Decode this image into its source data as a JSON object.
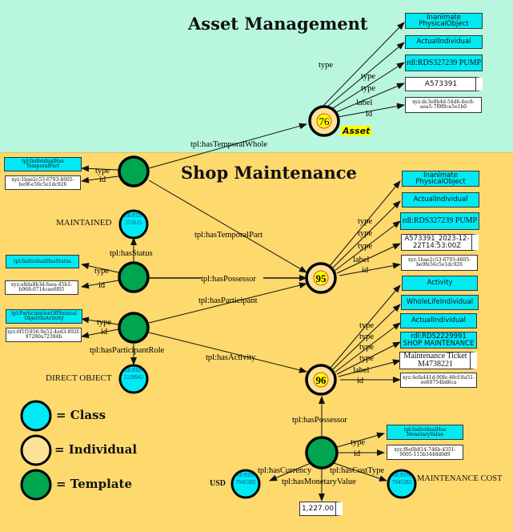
{
  "sections": {
    "asset": {
      "title": "Asset Management",
      "bg": "#b8f7de"
    },
    "shop": {
      "title": "Shop Maintenance",
      "bg": "#fdd96e"
    }
  },
  "colors": {
    "class": "#00eaf4",
    "individual": "#fde29a",
    "template": "#00a550",
    "number_badge": "#ffff00",
    "asset_tag": "#ffff00"
  },
  "legend": [
    {
      "kind": "class",
      "label": "= Class"
    },
    {
      "kind": "individual",
      "label": "= Individual"
    },
    {
      "kind": "template",
      "label": "= Template"
    }
  ],
  "individuals": {
    "asset": {
      "number": "76",
      "tag": "Asset",
      "types": [
        "Inanimate PhysicalObject",
        "ActualIndividual",
        "rdl:RDS327239 PUMP"
      ],
      "label": "A573391",
      "id": "xyz:dc3e8b4d-54d6-4ec8-aea5-7f9f0ce5e1b0",
      "edge_labels": [
        "type",
        "type",
        "type",
        "label",
        "id"
      ]
    },
    "shop_asset": {
      "number": "95",
      "types": [
        "Inanimate PhysicalObject",
        "ActualIndividual",
        "rdl:RDS327239 PUMP"
      ],
      "label": "A573391_2023-12-22T14:53:00Z",
      "id": "xyz:1bae2c53-6793-4605-be9fe56c5e1dc926",
      "edge_labels": [
        "type",
        "type",
        "type",
        "label",
        "id"
      ]
    },
    "activity": {
      "number": "96",
      "types": [
        "Activity",
        "WholeLifeIndividual",
        "ActualIndividual",
        "rdl:RDS2229991 SHOP MAINTENANCE"
      ],
      "label": "Maintenance Ticket M4738221",
      "id": "xyz:4efa441d-90fe-48cf-8a51-ee60754bd6ca",
      "edge_labels": [
        "type",
        "type",
        "type",
        "type",
        "label",
        "id"
      ]
    }
  },
  "templates": {
    "temporal_part": {
      "type": "tpl:IndividualHas TemporalPart",
      "id": "xyz:1bae2c53-6793-4605-be9f-e56c5e1dc926",
      "edge_labels": [
        "type",
        "id"
      ],
      "out_whole": "tpl:hasTemporalWhole",
      "out_part": "tpl:hasTemporalPart"
    },
    "status": {
      "type": "tpl:IndividualHasStatus",
      "id": "xyz:a8da8b3d-faea-45b1-b968-0714cae6f05",
      "edge_labels": [
        "type",
        "id"
      ],
      "out_status": "tpl:hasStatus",
      "status_class": "rdl:RDS 222615",
      "status_label": "MAINTAINED",
      "out_possessor": "tpl:hasPossessor"
    },
    "participation": {
      "type": "tpl:ParticipationOfPhysical ObjectInActivity",
      "id": "xyz:6f1f1858-9a52-4ed3-892f-97280a72384b",
      "edge_labels": [
        "type",
        "id"
      ],
      "out_participant": "tpl:hasParticipant",
      "out_role": "tpl:hasParticipantRole",
      "role_class": "rdl:RDS 2228942",
      "role_label": "DIRECT OBJECT",
      "out_activity": "tpl:hasActivity"
    },
    "monetary": {
      "type": "tpl:IndividualHas MonetaryValue",
      "id": "xyz:f6e0b814-746b-4351-9005-115b3448d0d9",
      "edge_labels": [
        "type",
        "id"
      ],
      "out_possessor": "tpl:hasPossessor",
      "out_currency": "tpl:hasCurrency",
      "currency_class": "rdl:RDS 7945382",
      "currency_label": "USD",
      "out_value": "tpl:hasMonetaryValue",
      "value": "1,227.00",
      "out_cost_type": "tpl:hasCostType",
      "cost_type_class": "rdl:RDS 7945382",
      "cost_type_label": "MAINTENANCE COST"
    }
  }
}
